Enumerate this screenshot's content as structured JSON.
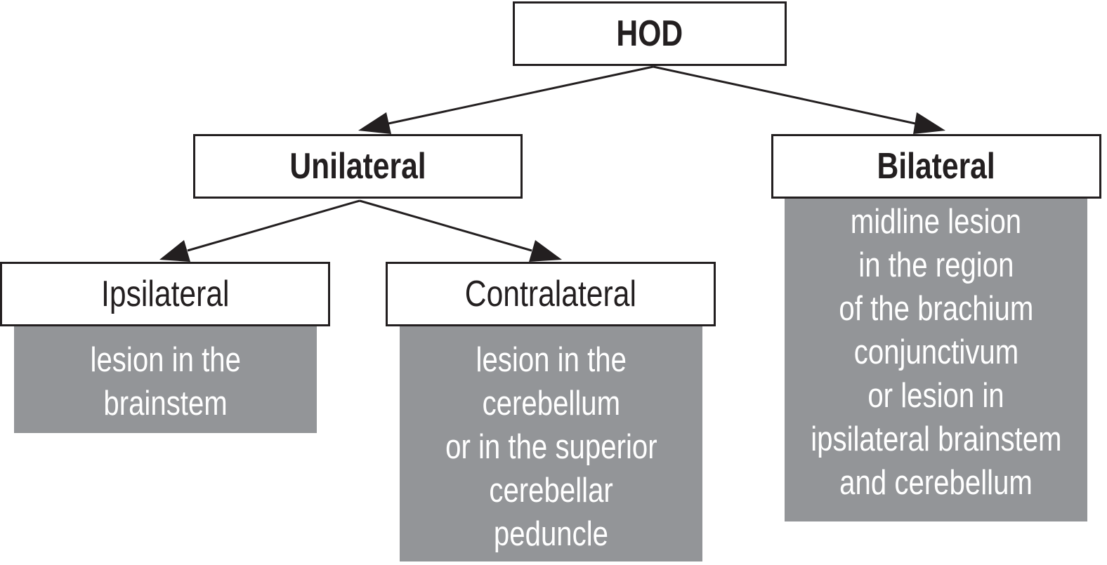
{
  "diagram": {
    "root": {
      "label": "HOD"
    },
    "unilateral": {
      "label": "Unilateral"
    },
    "bilateral": {
      "label": "Bilateral",
      "description": [
        "midline lesion",
        "in the region",
        "of the brachium",
        "conjunctivum",
        "or lesion in",
        "ipsilateral brainstem",
        "and cerebellum"
      ]
    },
    "ipsilateral": {
      "label": "Ipsilateral",
      "description": [
        "lesion in the",
        "brainstem"
      ]
    },
    "contralateral": {
      "label": "Contralateral",
      "description": [
        "lesion in the",
        "cerebellum",
        "or in the superior",
        "cerebellar",
        "peduncle"
      ]
    },
    "colors": {
      "box_border": "#231f20",
      "description_fill": "#939598",
      "description_text": "#ffffff"
    }
  }
}
